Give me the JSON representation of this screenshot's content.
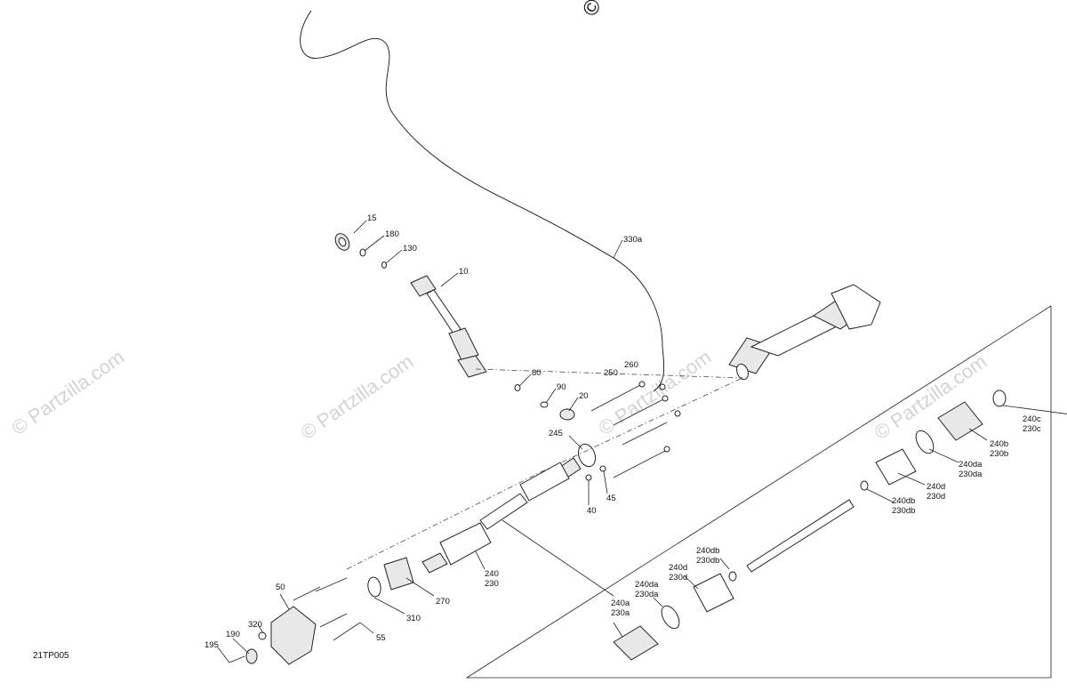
{
  "watermark": {
    "text": "© Partzilla.com",
    "top_fragment": "© P"
  },
  "diagram_code": "21TP005",
  "callouts": {
    "c15": "15",
    "c180": "180",
    "c130": "130",
    "c10": "10",
    "c330a": "330a",
    "c80": "80",
    "c90": "90",
    "c20": "20",
    "c250": "250",
    "c260": "260",
    "c245": "245",
    "c40": "40",
    "c45": "45",
    "c240_l1": "240",
    "c240_l2": "230",
    "c270": "270",
    "c310": "310",
    "c50": "50",
    "c55": "55",
    "c320": "320",
    "c190": "190",
    "c195": "195",
    "c240c_l1": "240c",
    "c240c_l2": "230c",
    "c240b_l1": "240b",
    "c240b_l2": "230b",
    "c240da_r_l1": "240da",
    "c240da_r_l2": "230da",
    "c240d_r_l1": "240d",
    "c240d_r_l2": "230d",
    "c240db_r_l1": "240db",
    "c240db_r_l2": "230db",
    "c240db_m_l1": "240db",
    "c240db_m_l2": "230db",
    "c240d_m_l1": "240d",
    "c240d_m_l2": "230d",
    "c240da_m_l1": "240da",
    "c240da_m_l2": "230da",
    "c240a_l1": "240a",
    "c240a_l2": "230a"
  }
}
